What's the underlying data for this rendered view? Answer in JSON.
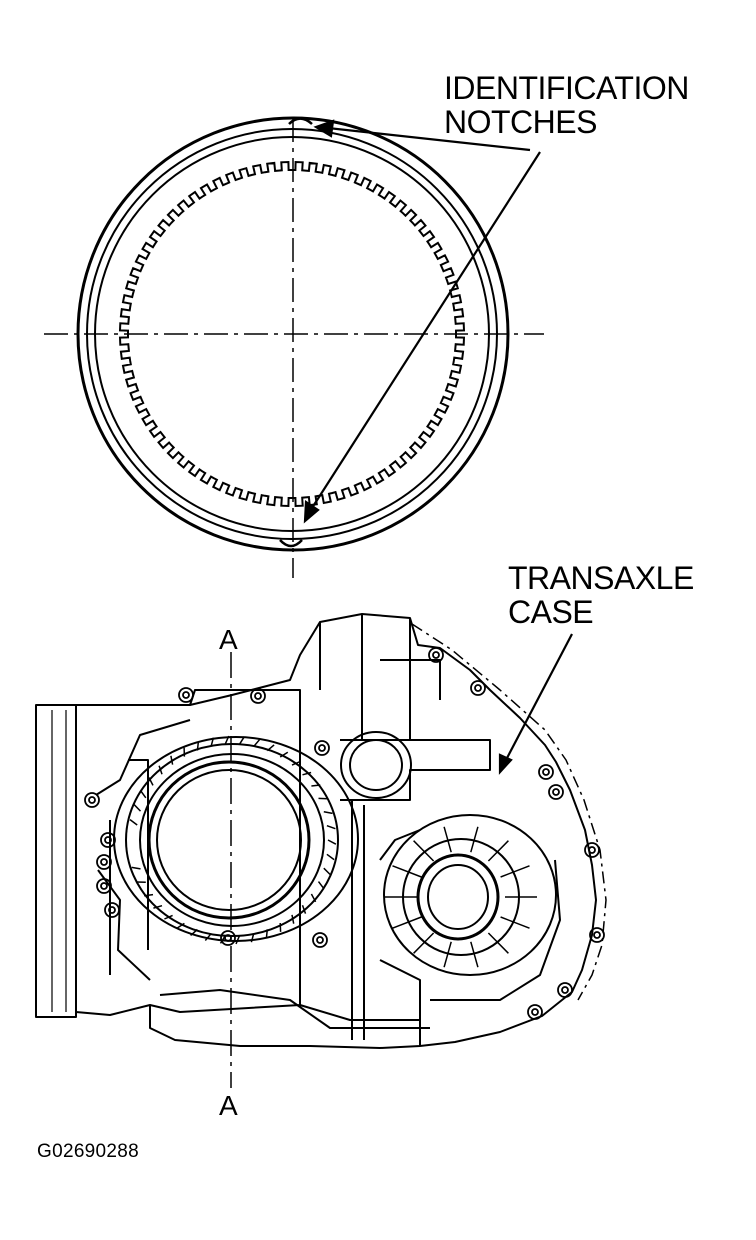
{
  "labels": {
    "notches_line1": "IDENTIFICATION",
    "notches_line2": "NOTCHES",
    "case_line1": "TRANSAXLE",
    "case_line2": "CASE",
    "section_top": "A",
    "section_bottom": "A",
    "figure_code": "G02690288"
  },
  "colors": {
    "ink": "#000000",
    "paper": "#ffffff"
  },
  "plate": {
    "spline_teeth": 76
  }
}
